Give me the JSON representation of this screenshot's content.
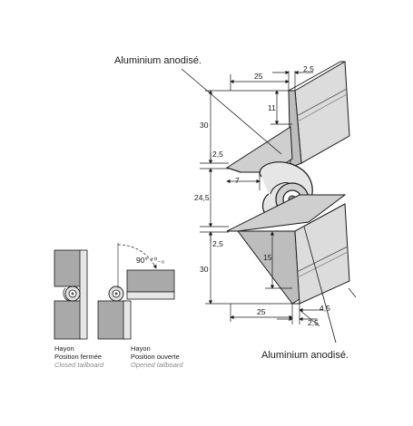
{
  "labels": {
    "top_material": "Aluminium anodisé.",
    "bottom_material": "Aluminium anodisé."
  },
  "dimensions": {
    "top_width": "25",
    "top_offset": "2,5",
    "upper_height": "30",
    "rib_height": "11",
    "lip_upper": "2,5",
    "hinge_gap": "7",
    "hinge_height": "24,5",
    "lip_lower": "2,5",
    "lower_rib": "15",
    "lower_height": "30",
    "bottom_width": "25",
    "bottom_offset": "2,5",
    "bottom_edge": "4,5"
  },
  "small_views": {
    "angle": "90° ⁺⁰₋₀",
    "closed": {
      "line1": "Hayon",
      "line2": "Position fermée",
      "line3": "Closed tailboard"
    },
    "opened": {
      "line1": "Hayon",
      "line2": "Position ouverte",
      "line3": "Opened tailboard"
    }
  },
  "colors": {
    "profile_face": "#d9d9d9",
    "profile_shade": "#a9a9a9",
    "line": "#1a1a1a"
  }
}
